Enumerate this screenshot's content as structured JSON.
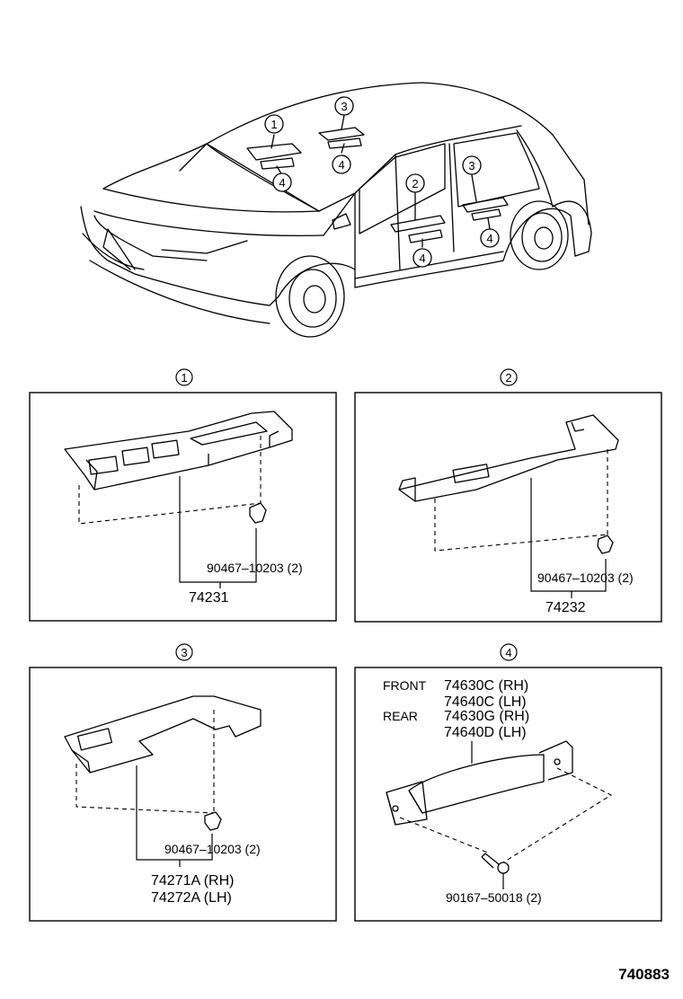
{
  "callouts": {
    "c1": "1",
    "c2": "2",
    "c3": "3",
    "c4": "4"
  },
  "panel1": {
    "callout": "1",
    "fastener": "90467–10203 (2)",
    "part": "74231"
  },
  "panel2": {
    "callout": "2",
    "fastener": "90467–10203 (2)",
    "part": "74232"
  },
  "panel3": {
    "callout": "3",
    "fastener": "90467–10203 (2)",
    "part_rh": "74271A (RH)",
    "part_lh": "74272A (LH)"
  },
  "panel4": {
    "callout": "4",
    "front_label": "FRONT",
    "front_rh": "74630C (RH)",
    "front_lh": "74640C (LH)",
    "rear_label": "REAR",
    "rear_rh": "74630G (RH)",
    "rear_lh": "74640D (LH)",
    "screw": "90167–50018 (2)"
  },
  "diagram_number": "740883"
}
